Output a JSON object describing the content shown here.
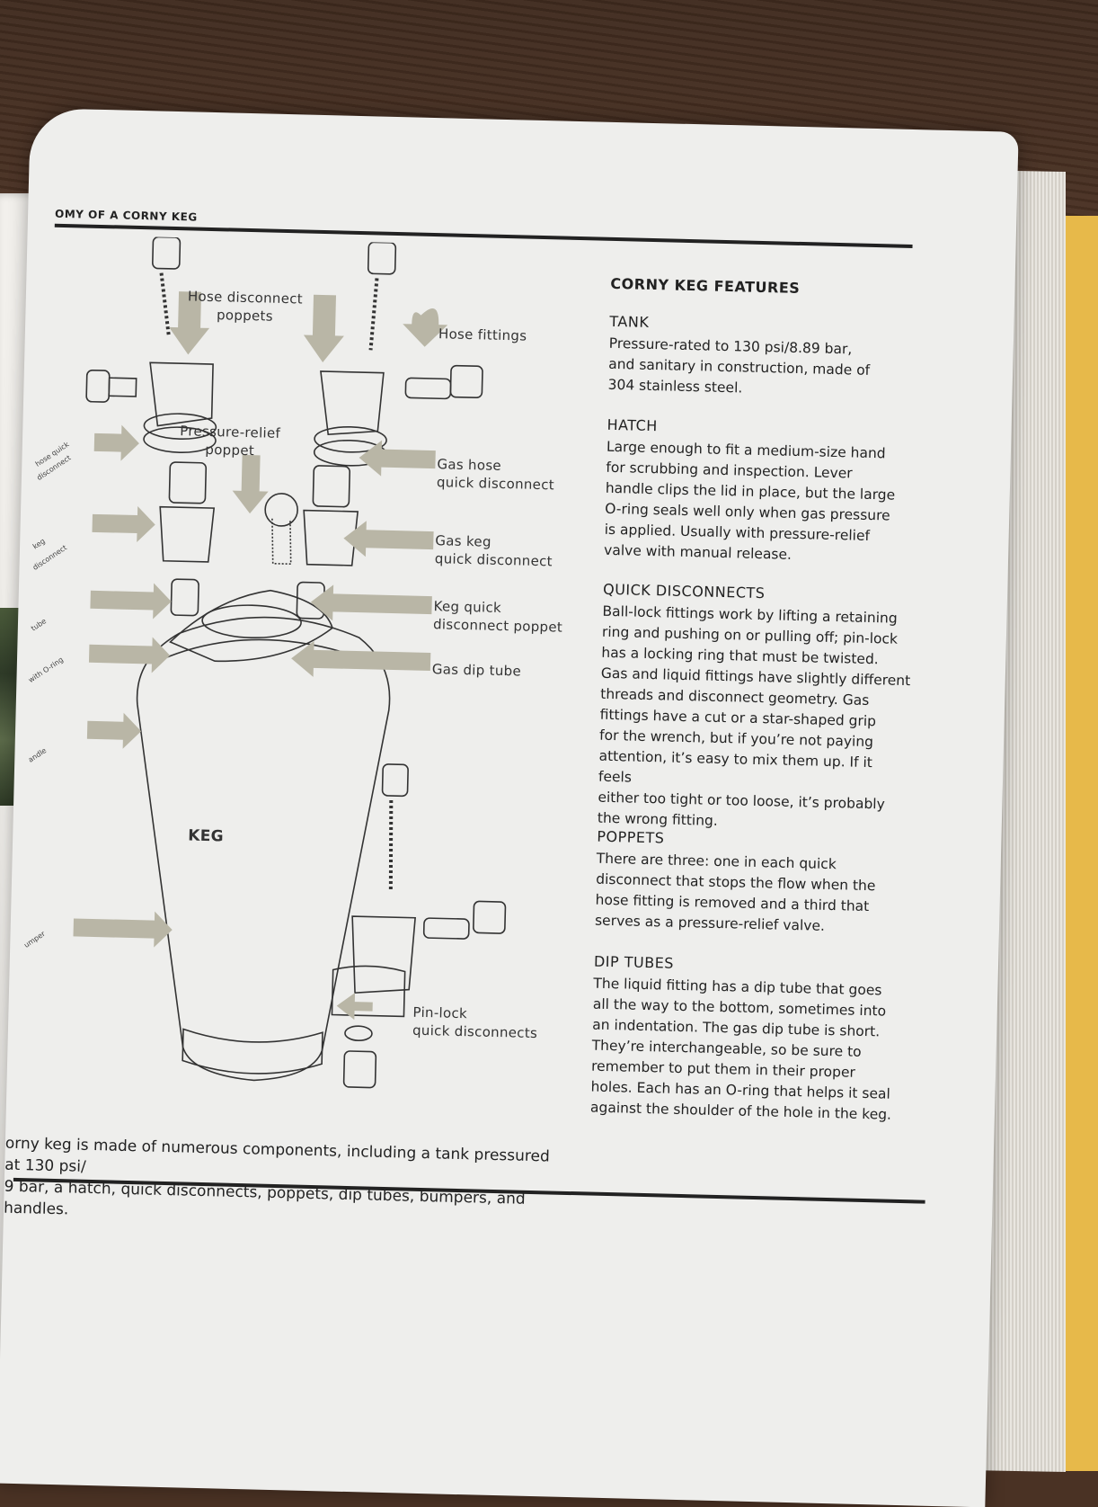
{
  "header": {
    "title": "OMY OF A CORNY KEG"
  },
  "diagram": {
    "callouts": {
      "hose_disconnect_poppets": [
        "Hose disconnect",
        "poppets"
      ],
      "hose_fittings": [
        "Hose fittings"
      ],
      "pressure_relief_poppet": [
        "Pressure-relief",
        "poppet"
      ],
      "gas_hose_qd": [
        "Gas hose",
        "quick disconnect"
      ],
      "gas_keg_qd": [
        "Gas keg",
        "quick disconnect"
      ],
      "keg_qd_poppet": [
        "Keg quick",
        "disconnect poppet"
      ],
      "gas_dip_tube": [
        "Gas dip tube"
      ],
      "pin_lock_qd": [
        "Pin-lock",
        "quick disconnects"
      ],
      "keg_label": "KEG"
    },
    "cut_labels": [
      "hose quick",
      "disconnect",
      "keg",
      "disconnect",
      "tube",
      "with O-ring",
      "andle",
      "umper"
    ],
    "accent_color": "#b9b6a6"
  },
  "features": {
    "heading": "CORNY KEG FEATURES",
    "sections": [
      {
        "title": "TANK",
        "lines": [
          "Pressure-rated to 130 psi/8.89 bar,",
          "and sanitary in construction, made of",
          "304 stainless steel."
        ]
      },
      {
        "title": "HATCH",
        "lines": [
          "Large enough to fit a medium-size hand",
          "for scrubbing and inspection. Lever",
          "handle clips the lid in place, but the large",
          "O-ring seals well only when gas pressure",
          "is applied. Usually with pressure-relief",
          "valve with manual release."
        ]
      },
      {
        "title": "QUICK DISCONNECTS",
        "lines": [
          "Ball-lock fittings work by lifting a retaining",
          "ring and pushing on or pulling off; pin-lock",
          "has a locking ring that must be twisted.",
          "Gas and liquid fittings have slightly different",
          "threads and disconnect geometry. Gas",
          "fittings have a cut or a star-shaped grip",
          "for the wrench, but if you’re not paying",
          "attention, it’s easy to mix them up. If it feels",
          "either too tight or too loose, it’s probably",
          "the wrong fitting."
        ]
      },
      {
        "title": "POPPETS",
        "lines": [
          "There are three: one in each quick",
          "disconnect that stops the flow when the",
          "hose fitting is removed and a third that",
          "serves as a pressure-relief valve."
        ]
      },
      {
        "title": "DIP TUBES",
        "lines": [
          "The liquid fitting has a dip tube that goes",
          "all the way to the bottom, sometimes into",
          "an indentation. The gas dip tube is short.",
          "They’re interchangeable, so be sure to",
          "remember to put them in their proper",
          "holes. Each has an O-ring that helps it seal",
          "against the shoulder of the hole in the keg."
        ]
      }
    ]
  },
  "caption": {
    "lines": [
      "orny keg is made of numerous components, including a tank pressured at 130 psi/",
      "9 bar, a hatch, quick disconnects, poppets, dip tubes, bumpers, and handles."
    ]
  }
}
